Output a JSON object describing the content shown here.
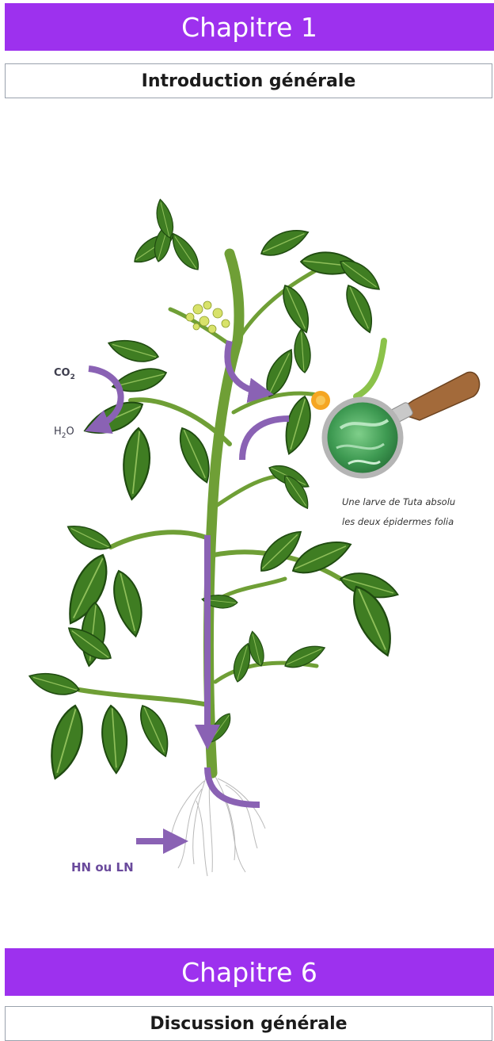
{
  "header": {
    "chapter_label": "Chapitre 1",
    "chapter_subtitle": "Introduction générale"
  },
  "figure": {
    "co2_label": "CO",
    "co2_sub": "2",
    "h2o_prefix": "H",
    "h2o_sub": "2",
    "h2o_suffix": "O",
    "caption_line1": "Une larve de Tuta absolu",
    "caption_line2": "les deux épidermes folia",
    "nitrogen_label": "HN ou LN",
    "colors": {
      "purple": "#9d31ee",
      "arrow_purple": "#8a62b4",
      "leaf_dark": "#2f6a19",
      "leaf_mid": "#4f8f2a",
      "stem": "#7cab3d",
      "flower": "#d8e26a",
      "orange_spot": "#f5a623",
      "magnifier_handle": "#a36a3a"
    },
    "icons": [
      "magnifying-glass-icon",
      "tomato-plant-illustration"
    ]
  },
  "footer": {
    "chapter_label": "Chapitre 6",
    "chapter_subtitle": "Discussion générale"
  }
}
